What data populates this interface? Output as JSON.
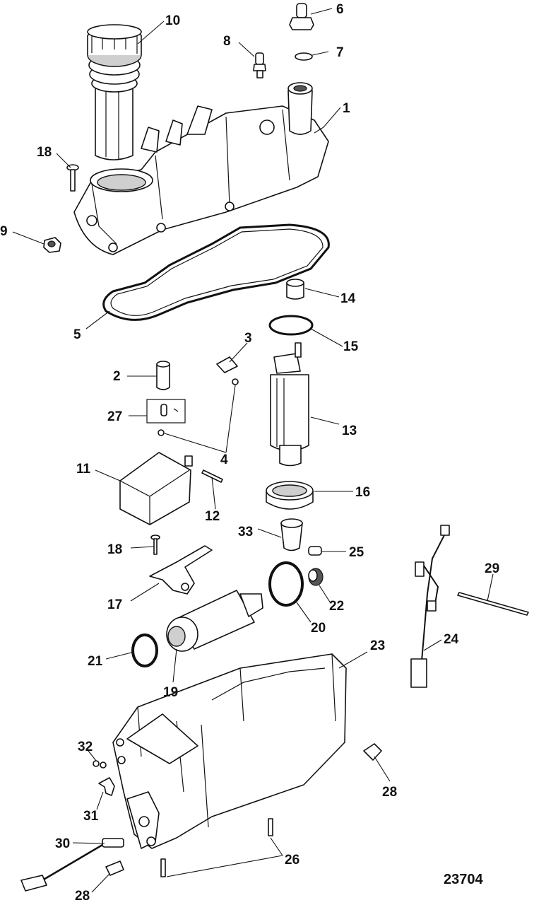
{
  "callouts": {
    "c1": "1",
    "c2": "2",
    "c3": "3",
    "c4": "4",
    "c5": "5",
    "c6": "6",
    "c7": "7",
    "c8": "8",
    "c9": "9",
    "c10": "10",
    "c11": "11",
    "c12": "12",
    "c13": "13",
    "c14": "14",
    "c15": "15",
    "c16": "16",
    "c17": "17",
    "c18a": "18",
    "c18b": "18",
    "c19": "19",
    "c20": "20",
    "c21": "21",
    "c22": "22",
    "c23": "23",
    "c24": "24",
    "c25": "25",
    "c26": "26",
    "c27": "27",
    "c28a": "28",
    "c28b": "28",
    "c29": "29",
    "c30": "30",
    "c31": "31",
    "c32": "32",
    "c33": "33"
  },
  "document_number": "23704"
}
